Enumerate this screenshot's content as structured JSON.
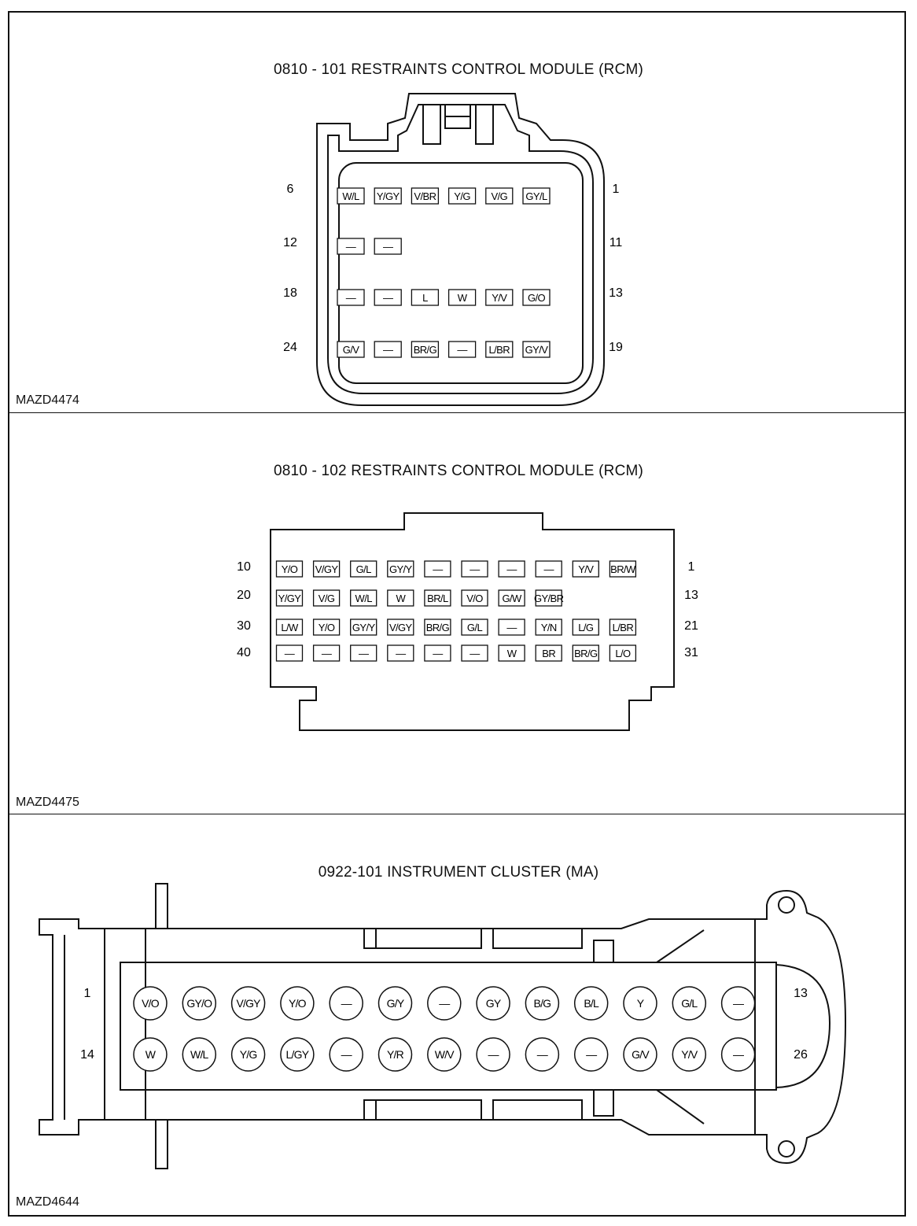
{
  "panels": [
    {
      "title": "0810 - 101 RESTRAINTS CONTROL MODULE (RCM)",
      "code": "MAZD4474",
      "row_numbers": [
        {
          "left": "6",
          "right": "1"
        },
        {
          "left": "12",
          "right": "11"
        },
        {
          "left": "18",
          "right": "13"
        },
        {
          "left": "24",
          "right": "19"
        }
      ],
      "rows": [
        [
          "W/L",
          "Y/GY",
          "V/BR",
          "Y/G",
          "V/G",
          "GY/L"
        ],
        [
          "—",
          "—"
        ],
        [
          "—",
          "—",
          "L",
          "W",
          "Y/V",
          "G/O"
        ],
        [
          "G/V",
          "—",
          "BR/G",
          "—",
          "L/BR",
          "GY/V"
        ]
      ]
    },
    {
      "title": "0810 - 102 RESTRAINTS CONTROL MODULE (RCM)",
      "code": "MAZD4475",
      "row_numbers": [
        {
          "left": "10",
          "right": "1"
        },
        {
          "left": "20",
          "right": "13"
        },
        {
          "left": "30",
          "right": "21"
        },
        {
          "left": "40",
          "right": "31"
        }
      ],
      "rows": [
        [
          "Y/O",
          "V/GY",
          "G/L",
          "GY/Y",
          "—",
          "—",
          "—",
          "—",
          "Y/V",
          "BR/W"
        ],
        [
          "Y/GY",
          "V/G",
          "W/L",
          "W",
          "BR/L",
          "V/O",
          "G/W",
          "GY/BR"
        ],
        [
          "L/W",
          "Y/O",
          "GY/Y",
          "V/GY",
          "BR/G",
          "G/L",
          "—",
          "Y/N",
          "L/G",
          "L/BR"
        ],
        [
          "—",
          "—",
          "—",
          "—",
          "—",
          "—",
          "W",
          "BR",
          "BR/G",
          "L/O"
        ]
      ]
    },
    {
      "title": "0922-101 INSTRUMENT CLUSTER (MA)",
      "code": "MAZD4644",
      "row_numbers": [
        {
          "left": "1",
          "right": "13"
        },
        {
          "left": "14",
          "right": "26"
        }
      ],
      "rows": [
        [
          "V/O",
          "GY/O",
          "V/GY",
          "Y/O",
          "—",
          "G/Y",
          "—",
          "GY",
          "B/G",
          "B/L",
          "Y",
          "G/L",
          "—"
        ],
        [
          "W",
          "W/L",
          "Y/G",
          "L/GY",
          "—",
          "Y/R",
          "W/V",
          "—",
          "—",
          "—",
          "G/V",
          "Y/V",
          "—"
        ]
      ]
    }
  ]
}
